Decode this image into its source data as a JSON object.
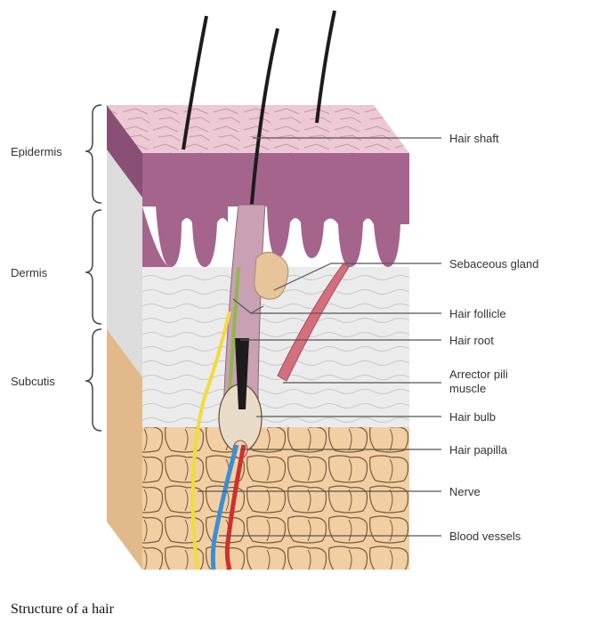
{
  "layers": [
    {
      "id": "epidermis",
      "label": "Epidermis"
    },
    {
      "id": "dermis",
      "label": "Dermis"
    },
    {
      "id": "subcutis",
      "label": "Subcutis"
    }
  ],
  "callouts": [
    {
      "id": "hair-shaft",
      "lines": [
        "Hair shaft"
      ]
    },
    {
      "id": "sebaceous-gland",
      "lines": [
        "Sebaceous gland"
      ]
    },
    {
      "id": "hair-follicle",
      "lines": [
        "Hair follicle"
      ]
    },
    {
      "id": "hair-root",
      "lines": [
        "Hair root"
      ]
    },
    {
      "id": "arrector-pili-muscle",
      "lines": [
        "Arrector pili",
        "muscle"
      ]
    },
    {
      "id": "hair-bulb",
      "lines": [
        "Hair bulb"
      ]
    },
    {
      "id": "hair-papilla",
      "lines": [
        "Hair papilla"
      ]
    },
    {
      "id": "nerve",
      "lines": [
        "Nerve"
      ]
    },
    {
      "id": "blood-vessels",
      "lines": [
        "Blood vessels"
      ]
    }
  ],
  "caption": "Structure of a hair",
  "colors": {
    "epidermis_top": "#ecc9d4",
    "epidermis": "#a4648c",
    "dermis": "#ebebeb",
    "subcutis": "#f2cfa3",
    "hair": "#1c1c1c",
    "follicle": "#c9a0b4",
    "gland": "#e8c49a",
    "muscle": "#d4707e",
    "nerve": "#f2dc3c",
    "vein": "#3a8fd6",
    "artery": "#d02f2f"
  }
}
